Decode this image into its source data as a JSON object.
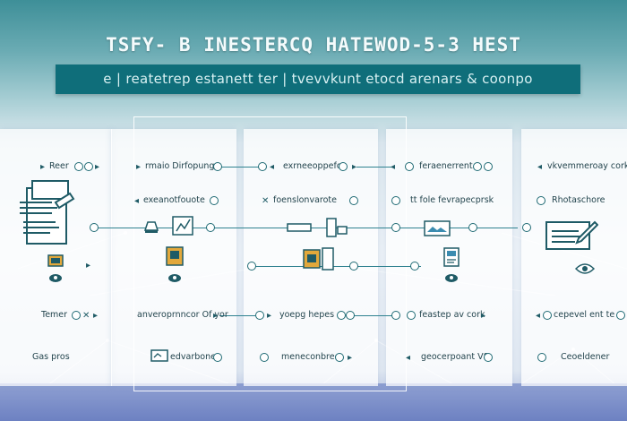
{
  "header": {
    "title": "TSFY- B INESTERCQ HATEWOD-5-3 HEST",
    "subtitle": "e | reatetrep estanett ter | tvevvkunt etocd arenars & coonpo"
  },
  "columns": [
    {
      "id": "col1",
      "labels": [
        "Reer",
        "Temer",
        "Gas pros"
      ]
    },
    {
      "id": "col2",
      "labels": [
        "rmaio Dirfopung",
        "exeanotfouote",
        "anveroprnncor Of yor",
        "edvarbone"
      ]
    },
    {
      "id": "col3",
      "labels": [
        "exrneeoppefcs",
        "foenslonvarote",
        "yoepg hepes",
        "meneconbreo"
      ]
    },
    {
      "id": "col4",
      "labels": [
        "feraenerrent",
        "tt fole fevrapecprsk",
        "feastep av cork",
        "geocerpoant V8"
      ]
    },
    {
      "id": "col5",
      "labels": [
        "vkvemmeroay cork",
        "Rhotaschore",
        "cepevel ent te",
        "Ceoeldener"
      ]
    }
  ],
  "colors": {
    "accent": "#0f6e7a",
    "node": "#1f6a74",
    "badge": "#1f5b66",
    "gold": "#e2a83b"
  }
}
